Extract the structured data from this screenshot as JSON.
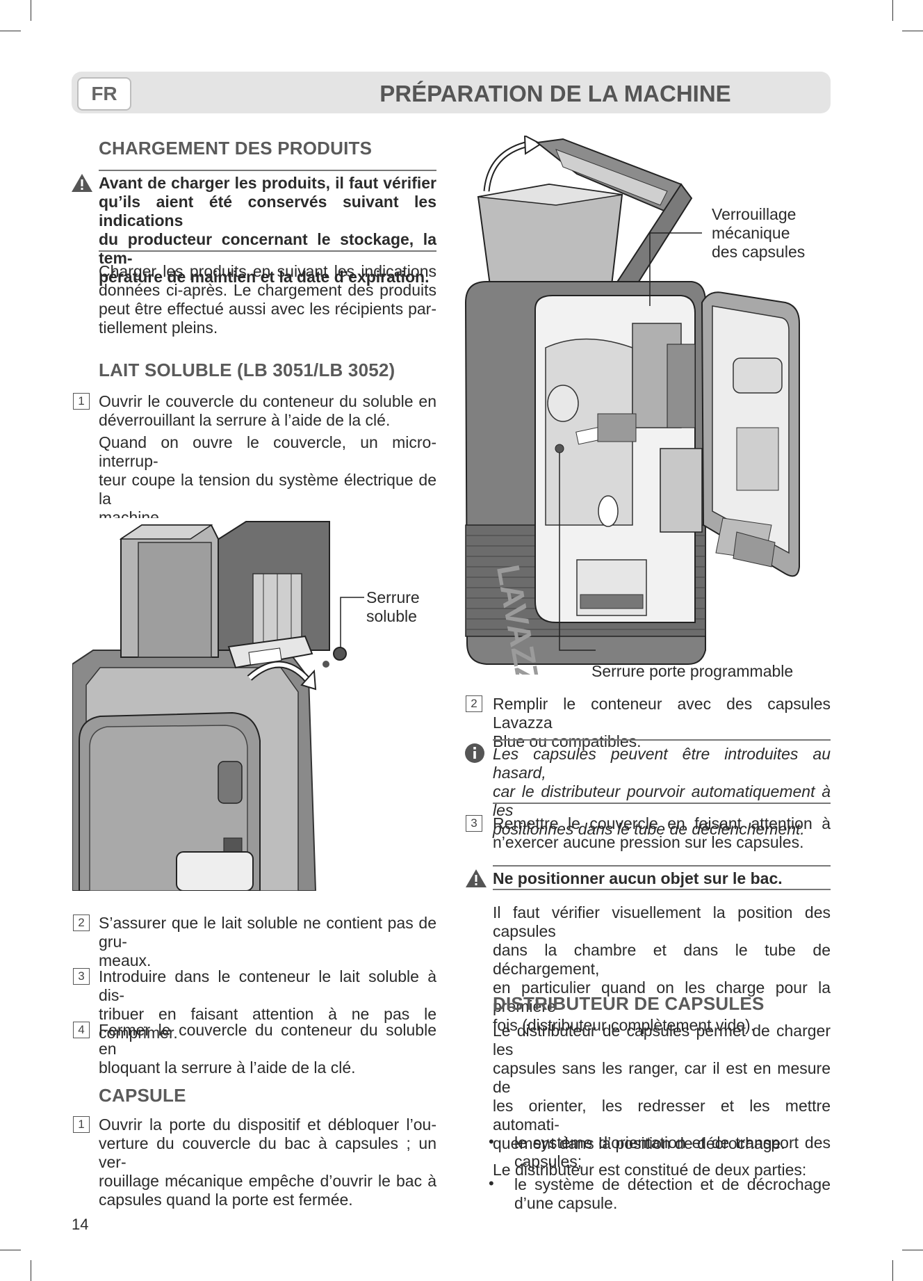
{
  "header": {
    "lang": "FR",
    "title": "PRÉPARATION DE LA MACHINE"
  },
  "left": {
    "s1_title": "CHARGEMENT DES PRODUITS",
    "warn1_l1": "Avant de charger les produits, il faut vérifier",
    "warn1_l2": "qu’ils aient été conservés suivant les indications",
    "warn1_l3": "du producteur concernant le stockage, la tem-",
    "warn1_l4": "pérature de maintien et la date d’expiration.",
    "p1_l1": "Charger les produits en suivant les indications",
    "p1_l2": "données ci-après. Le chargement des produits",
    "p1_l3": "peut être effectué aussi avec les récipients par-",
    "p1_l4": "tiellement pleins.",
    "s2_title": "LAIT SOLUBLE (LB 3051/LB 3052)",
    "st1_num": "1",
    "st1_l1": "Ouvrir le couvercle du conteneur du soluble en",
    "st1_l2": "déverrouillant la serrure à l’aide de la clé.",
    "st1b_l1": "Quand on ouvre le couvercle, un micro-interrup-",
    "st1b_l2": "teur coupe la tension du système électrique de la",
    "st1b_l3": "machine.",
    "callout_l1": "Serrure",
    "callout_l2": "soluble",
    "st2_num": "2",
    "st2_l1": "S’assurer que le lait soluble ne contient pas de gru-",
    "st2_l2": "meaux.",
    "st3_num": "3",
    "st3_l1": "Introduire dans le conteneur le lait soluble à dis-",
    "st3_l2": "tribuer en faisant attention à ne pas le comprimer.",
    "st4_num": "4",
    "st4_l1": "Fermer le couvercle du conteneur du soluble en",
    "st4_l2": "bloquant la serrure à l’aide de la clé.",
    "s3_title": "CAPSULE",
    "st5_num": "1",
    "st5_l1": "Ouvrir la porte du dispositif et débloquer l’ou-",
    "st5_l2": "verture du couvercle du bac à capsules ; un ver-",
    "st5_l3": "rouillage mécanique empêche d’ouvrir le bac à",
    "st5_l4": "capsules quand la porte est fermée."
  },
  "right": {
    "callout_a_l1": "Verrouillage",
    "callout_a_l2": "mécanique",
    "callout_a_l3": "des capsules",
    "callout_b": "Serrure porte programmable",
    "brand": "LAVAZZA",
    "st2_num": "2",
    "st2_l1": "Remplir le conteneur avec des capsules Lavazza",
    "st2_l2": "Blue ou compatibles.",
    "info_l1": "Les capsules peuvent être introduites au hasard,",
    "info_l2": "car le distributeur pourvoir automatiquement à les",
    "info_l3": "positionnes dans le tube de déclenchement.",
    "st3_num": "3",
    "st3_l1": "Remettre le couvercle en faisant attention à",
    "st3_l2": "n’exercer aucune pression sur les capsules.",
    "warn2": "Ne positionner aucun objet sur le bac.",
    "p2_l1": "Il faut vérifier visuellement la position des capsules",
    "p2_l2": "dans la chambre et dans le tube de déchargement,",
    "p2_l3": "en particulier quand on les charge pour la première",
    "p2_l4": "fois (distributeur complètement vide).",
    "s4_title": "DISTRIBUTEUR DE CAPSULES",
    "p3_l1": "Le distributeur de capsules permet de charger les",
    "p3_l2": "capsules sans les ranger, car il est en mesure de",
    "p3_l3": "les orienter, les redresser et les mettre automati-",
    "p3_l4": "quement dans la position de décrochage.",
    "p4": "Le distributeur est constitué de deux parties:",
    "b1_l1": "le système d’orientation et de transport des",
    "b1_l2": "capsules;",
    "b2_l1": "le système de détection et de décrochage",
    "b2_l2": "d’une capsule."
  },
  "page_number": "14",
  "icons": {
    "warning": "warning-triangle-icon",
    "info": "info-circle-icon",
    "bullet": "bullet-dot"
  }
}
